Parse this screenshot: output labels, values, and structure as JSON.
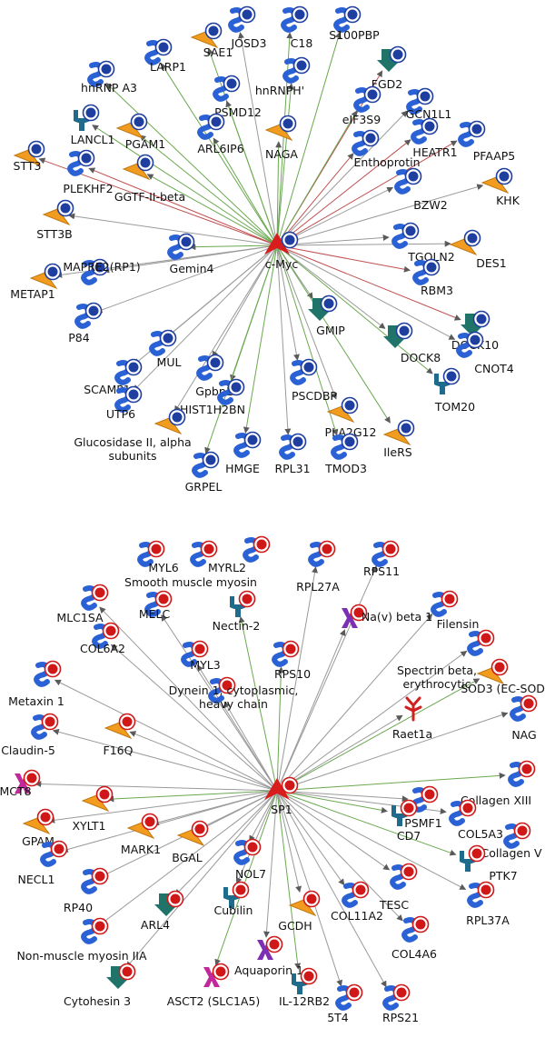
{
  "colors": {
    "protein": "#2a62d6",
    "enzyme": "#f29c1f",
    "receptor": "#1f6b8c",
    "kinase": "#1f7368",
    "channel": "#7d2fb4",
    "transporter": "#c2279b",
    "ligand": "#d02020",
    "hub": "#d91c1c",
    "edge_activation": "#6aa84f",
    "edge_inhibition": "#c05050",
    "edge_unspecified": "#9a9a9a",
    "badge_top": "#1f3fa0",
    "badge_bottom": "#d01818"
  },
  "networks": [
    {
      "hub": {
        "label": "c-Myc",
        "icon": "transcription-factor-icon"
      },
      "nodes": [
        {
          "label": "JOSD3",
          "icon": "protein-icon",
          "edge": "unspecified"
        },
        {
          "label": "C18",
          "icon": "protein-icon",
          "edge": "activation"
        },
        {
          "label": "S100PBP",
          "icon": "protein-icon",
          "edge": "activation"
        },
        {
          "label": "SAE1",
          "icon": "enzyme-icon",
          "edge": "activation"
        },
        {
          "label": "LARP1",
          "icon": "protein-icon",
          "edge": "activation"
        },
        {
          "label": "hnRNPH'",
          "icon": "protein-icon",
          "edge": "activation"
        },
        {
          "label": "FGD2",
          "icon": "kinase-icon",
          "edge": "inhibition"
        },
        {
          "label": "hnRNP A3",
          "icon": "protein-icon",
          "edge": "activation"
        },
        {
          "label": "PSMD12",
          "icon": "protein-icon",
          "edge": "activation"
        },
        {
          "label": "eIF3S9",
          "icon": "protein-icon",
          "edge": "activation"
        },
        {
          "label": "GCN1L1",
          "icon": "protein-icon",
          "edge": "unspecified"
        },
        {
          "label": "LANCL1",
          "icon": "receptor-icon",
          "edge": "activation"
        },
        {
          "label": "PGAM1",
          "icon": "enzyme-icon",
          "edge": "activation"
        },
        {
          "label": "ARL6IP6",
          "icon": "protein-icon",
          "edge": "activation"
        },
        {
          "label": "NAGA",
          "icon": "enzyme-icon",
          "edge": "activation"
        },
        {
          "label": "Enthoprotin",
          "icon": "protein-icon",
          "edge": "inhibition"
        },
        {
          "label": "HEATR1",
          "icon": "protein-icon",
          "edge": "inhibition"
        },
        {
          "label": "PFAAP5",
          "icon": "protein-icon",
          "edge": "inhibition"
        },
        {
          "label": "STT3",
          "icon": "enzyme-icon",
          "edge": "inhibition"
        },
        {
          "label": "PLEKHF2",
          "icon": "protein-icon",
          "edge": "inhibition"
        },
        {
          "label": "GGTF-II-beta",
          "icon": "enzyme-icon",
          "edge": "activation"
        },
        {
          "label": "BZW2",
          "icon": "protein-icon",
          "edge": "unspecified"
        },
        {
          "label": "KHK",
          "icon": "enzyme-icon",
          "edge": "unspecified"
        },
        {
          "label": "STT3B",
          "icon": "enzyme-icon",
          "edge": "unspecified"
        },
        {
          "label": "Gemin4",
          "icon": "protein-icon",
          "edge": "activation"
        },
        {
          "label": "TGOLN2",
          "icon": "protein-icon",
          "edge": "unspecified"
        },
        {
          "label": "DES1",
          "icon": "enzyme-icon",
          "edge": "unspecified"
        },
        {
          "label": "MAPRE2(RP1)",
          "icon": "protein-icon",
          "edge": "unspecified"
        },
        {
          "label": "RBM3",
          "icon": "protein-icon",
          "edge": "inhibition"
        },
        {
          "label": "METAP1",
          "icon": "enzyme-icon",
          "edge": "unspecified"
        },
        {
          "label": "GMIP",
          "icon": "kinase-icon",
          "edge": "unspecified"
        },
        {
          "label": "DOCK10",
          "icon": "kinase-icon",
          "edge": "inhibition"
        },
        {
          "label": "P84",
          "icon": "protein-icon",
          "edge": "unspecified"
        },
        {
          "label": "MUL",
          "icon": "protein-icon",
          "edge": "unspecified"
        },
        {
          "label": "DOCK8",
          "icon": "kinase-icon",
          "edge": "unspecified"
        },
        {
          "label": "CNOT4",
          "icon": "protein-icon",
          "edge": "unspecified"
        },
        {
          "label": "SCAMP1",
          "icon": "protein-icon",
          "edge": "unspecified"
        },
        {
          "label": "Gpbp1",
          "icon": "protein-icon",
          "edge": "unspecified"
        },
        {
          "label": "PSCDBP",
          "icon": "protein-icon",
          "edge": "unspecified"
        },
        {
          "label": "UTP6",
          "icon": "protein-icon",
          "edge": "unspecified"
        },
        {
          "label": "HIST1H2BN",
          "icon": "protein-icon",
          "edge": "activation"
        },
        {
          "label": "TOM20",
          "icon": "receptor-icon",
          "edge": "activation"
        },
        {
          "label": "Glucosidase II, alpha subunits",
          "icon": "enzyme-icon",
          "edge": "unspecified"
        },
        {
          "label": "PLA2G12",
          "icon": "enzyme-icon",
          "edge": "unspecified"
        },
        {
          "label": "IleRS",
          "icon": "enzyme-icon",
          "edge": "activation"
        },
        {
          "label": "HMGE",
          "icon": "protein-icon",
          "edge": "activation"
        },
        {
          "label": "RPL31",
          "icon": "protein-icon",
          "edge": "unspecified"
        },
        {
          "label": "TMOD3",
          "icon": "protein-icon",
          "edge": "activation"
        },
        {
          "label": "GRPEL",
          "icon": "protein-icon",
          "edge": "activation"
        }
      ]
    },
    {
      "hub": {
        "label": "SP1",
        "icon": "transcription-factor-icon"
      },
      "nodes": [
        {
          "label": "MYL6",
          "icon": "protein-icon",
          "edge": "none"
        },
        {
          "label": "MYRL2",
          "icon": "protein-icon",
          "edge": "none"
        },
        {
          "label": "Smooth muscle myosin",
          "icon": "protein-icon",
          "edge": "none"
        },
        {
          "label": "RPL27A",
          "icon": "protein-icon",
          "edge": "unspecified"
        },
        {
          "label": "RPS11",
          "icon": "protein-icon",
          "edge": "unspecified"
        },
        {
          "label": "MLC1SA",
          "icon": "protein-icon",
          "edge": "unspecified"
        },
        {
          "label": "MELC",
          "icon": "protein-icon",
          "edge": "unspecified"
        },
        {
          "label": "Nectin-2",
          "icon": "receptor-icon",
          "edge": "activation"
        },
        {
          "label": "Na(v) beta 1",
          "icon": "channel-icon",
          "edge": "unspecified"
        },
        {
          "label": "Filensin",
          "icon": "protein-icon",
          "edge": "unspecified"
        },
        {
          "label": "COL6A2",
          "icon": "protein-icon",
          "edge": "unspecified"
        },
        {
          "label": "MYL3",
          "icon": "protein-icon",
          "edge": "unspecified"
        },
        {
          "label": "RPS10",
          "icon": "protein-icon",
          "edge": "activation"
        },
        {
          "label": "Spectrin beta, erythrocytic",
          "icon": "protein-icon",
          "edge": "unspecified"
        },
        {
          "label": "Metaxin 1",
          "icon": "protein-icon",
          "edge": "unspecified"
        },
        {
          "label": "Dynein 1, cytoplasmic, heavy chain",
          "icon": "protein-icon",
          "edge": "unspecified"
        },
        {
          "label": "SOD3 (EC-SOD)",
          "icon": "enzyme-icon",
          "edge": "activation"
        },
        {
          "label": "Claudin-5",
          "icon": "protein-icon",
          "edge": "unspecified"
        },
        {
          "label": "F16Q",
          "icon": "enzyme-icon",
          "edge": "unspecified"
        },
        {
          "label": "Raet1a",
          "icon": "ligand-icon",
          "edge": "unspecified"
        },
        {
          "label": "NAG",
          "icon": "protein-icon",
          "edge": "unspecified"
        },
        {
          "label": "MCT8",
          "icon": "transporter-icon",
          "edge": "unspecified"
        },
        {
          "label": "Collagen XIII",
          "icon": "protein-icon",
          "edge": "activation"
        },
        {
          "label": "XYLT1",
          "icon": "enzyme-icon",
          "edge": "activation"
        },
        {
          "label": "PSMF1",
          "icon": "protein-icon",
          "edge": "unspecified"
        },
        {
          "label": "COL5A3",
          "icon": "protein-icon",
          "edge": "unspecified"
        },
        {
          "label": "Collagen V",
          "icon": "protein-icon",
          "edge": "none"
        },
        {
          "label": "GPAM",
          "icon": "enzyme-icon",
          "edge": "unspecified"
        },
        {
          "label": "NECL1",
          "icon": "protein-icon",
          "edge": "unspecified"
        },
        {
          "label": "MARK1",
          "icon": "enzyme-icon",
          "edge": "unspecified"
        },
        {
          "label": "CD7",
          "icon": "receptor-icon",
          "edge": "activation"
        },
        {
          "label": "PTK7",
          "icon": "receptor-icon",
          "edge": "activation"
        },
        {
          "label": "BGAL",
          "icon": "enzyme-icon",
          "edge": "unspecified"
        },
        {
          "label": "NOL7",
          "icon": "protein-icon",
          "edge": "unspecified"
        },
        {
          "label": "RP40",
          "icon": "protein-icon",
          "edge": "unspecified"
        },
        {
          "label": "Cubilin",
          "icon": "receptor-icon",
          "edge": "unspecified"
        },
        {
          "label": "TESC",
          "icon": "protein-icon",
          "edge": "unspecified"
        },
        {
          "label": "RPL37A",
          "icon": "protein-icon",
          "edge": "unspecified"
        },
        {
          "label": "ARL4",
          "icon": "kinase-icon",
          "edge": "unspecified"
        },
        {
          "label": "GCDH",
          "icon": "enzyme-icon",
          "edge": "unspecified"
        },
        {
          "label": "COL11A2",
          "icon": "protein-icon",
          "edge": "unspecified"
        },
        {
          "label": "Non-muscle myosin IIA",
          "icon": "protein-icon",
          "edge": "unspecified"
        },
        {
          "label": "Aquaporin 1",
          "icon": "channel-icon",
          "edge": "unspecified"
        },
        {
          "label": "COL4A6",
          "icon": "protein-icon",
          "edge": "unspecified"
        },
        {
          "label": "Cytohesin 3",
          "icon": "kinase-icon",
          "edge": "unspecified"
        },
        {
          "label": "ASCT2 (SLC1A5)",
          "icon": "transporter-icon",
          "edge": "activation"
        },
        {
          "label": "IL-12RB2",
          "icon": "receptor-icon",
          "edge": "activation"
        },
        {
          "label": "5T4",
          "icon": "protein-icon",
          "edge": "unspecified"
        },
        {
          "label": "RPS21",
          "icon": "protein-icon",
          "edge": "unspecified"
        }
      ]
    }
  ]
}
